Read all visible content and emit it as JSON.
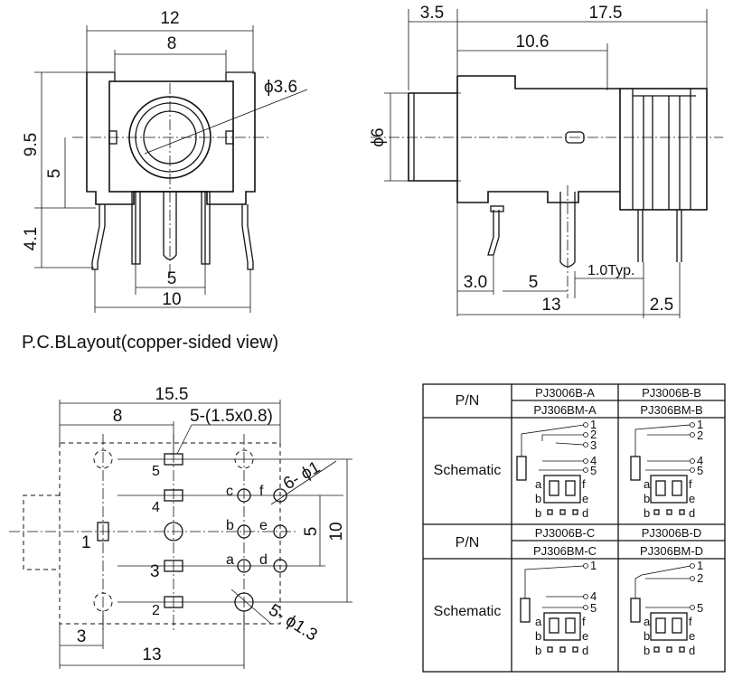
{
  "front_view": {
    "dim_width_total": "12",
    "dim_width_inner": "8",
    "dim_hole_dia": "ϕ3.6",
    "dim_height_body": "9.5",
    "dim_height_center": "5",
    "dim_height_pins": "4.1",
    "dim_pin_spacing": "5",
    "dim_pin_outer": "10"
  },
  "side_view": {
    "dim_front": "3.5",
    "dim_length": "17.5",
    "dim_mid": "10.6",
    "dim_dia": "ϕ6",
    "dim_pin1": "3.0",
    "dim_pin_pitch": "5",
    "dim_pin_width": "1.0Typ.",
    "dim_total": "13",
    "dim_rear": "2.5"
  },
  "pcb_layout": {
    "title": "P.C.BLayout(copper-sided view)",
    "dim_total_width": "15.5",
    "dim_left": "8",
    "dim_slot": "5-(1.5x0.8)",
    "dim_small_holes": "6- ϕ1",
    "dim_large_holes": "5- ϕ1.3",
    "dim_row_5": "5",
    "dim_row_10": "10",
    "dim_bottom_3": "3",
    "dim_bottom_13": "13",
    "pad_labels": [
      "1",
      "2",
      "3",
      "4",
      "5"
    ],
    "hole_labels": [
      "a",
      "b",
      "c",
      "d",
      "e",
      "f"
    ]
  },
  "table": {
    "pn_header": "P/N",
    "schematic_header": "Schematic",
    "models": [
      "PJ3006B-A",
      "PJ3006B-B",
      "PJ3006B-C",
      "PJ3006B-D"
    ],
    "alt_models": [
      "PJ306BM-A",
      "PJ306BM-B",
      "PJ306BM-C",
      "PJ306BM-D"
    ],
    "pins_a": [
      "1",
      "2",
      "3",
      "4",
      "5"
    ],
    "pins_b": [
      "1",
      "2",
      "4",
      "5"
    ],
    "pins_c": [
      "1",
      "4",
      "5"
    ],
    "pins_d": [
      "1",
      "2",
      "5"
    ],
    "contact_letters": [
      "a",
      "b",
      "b",
      "f",
      "e",
      "d"
    ]
  }
}
